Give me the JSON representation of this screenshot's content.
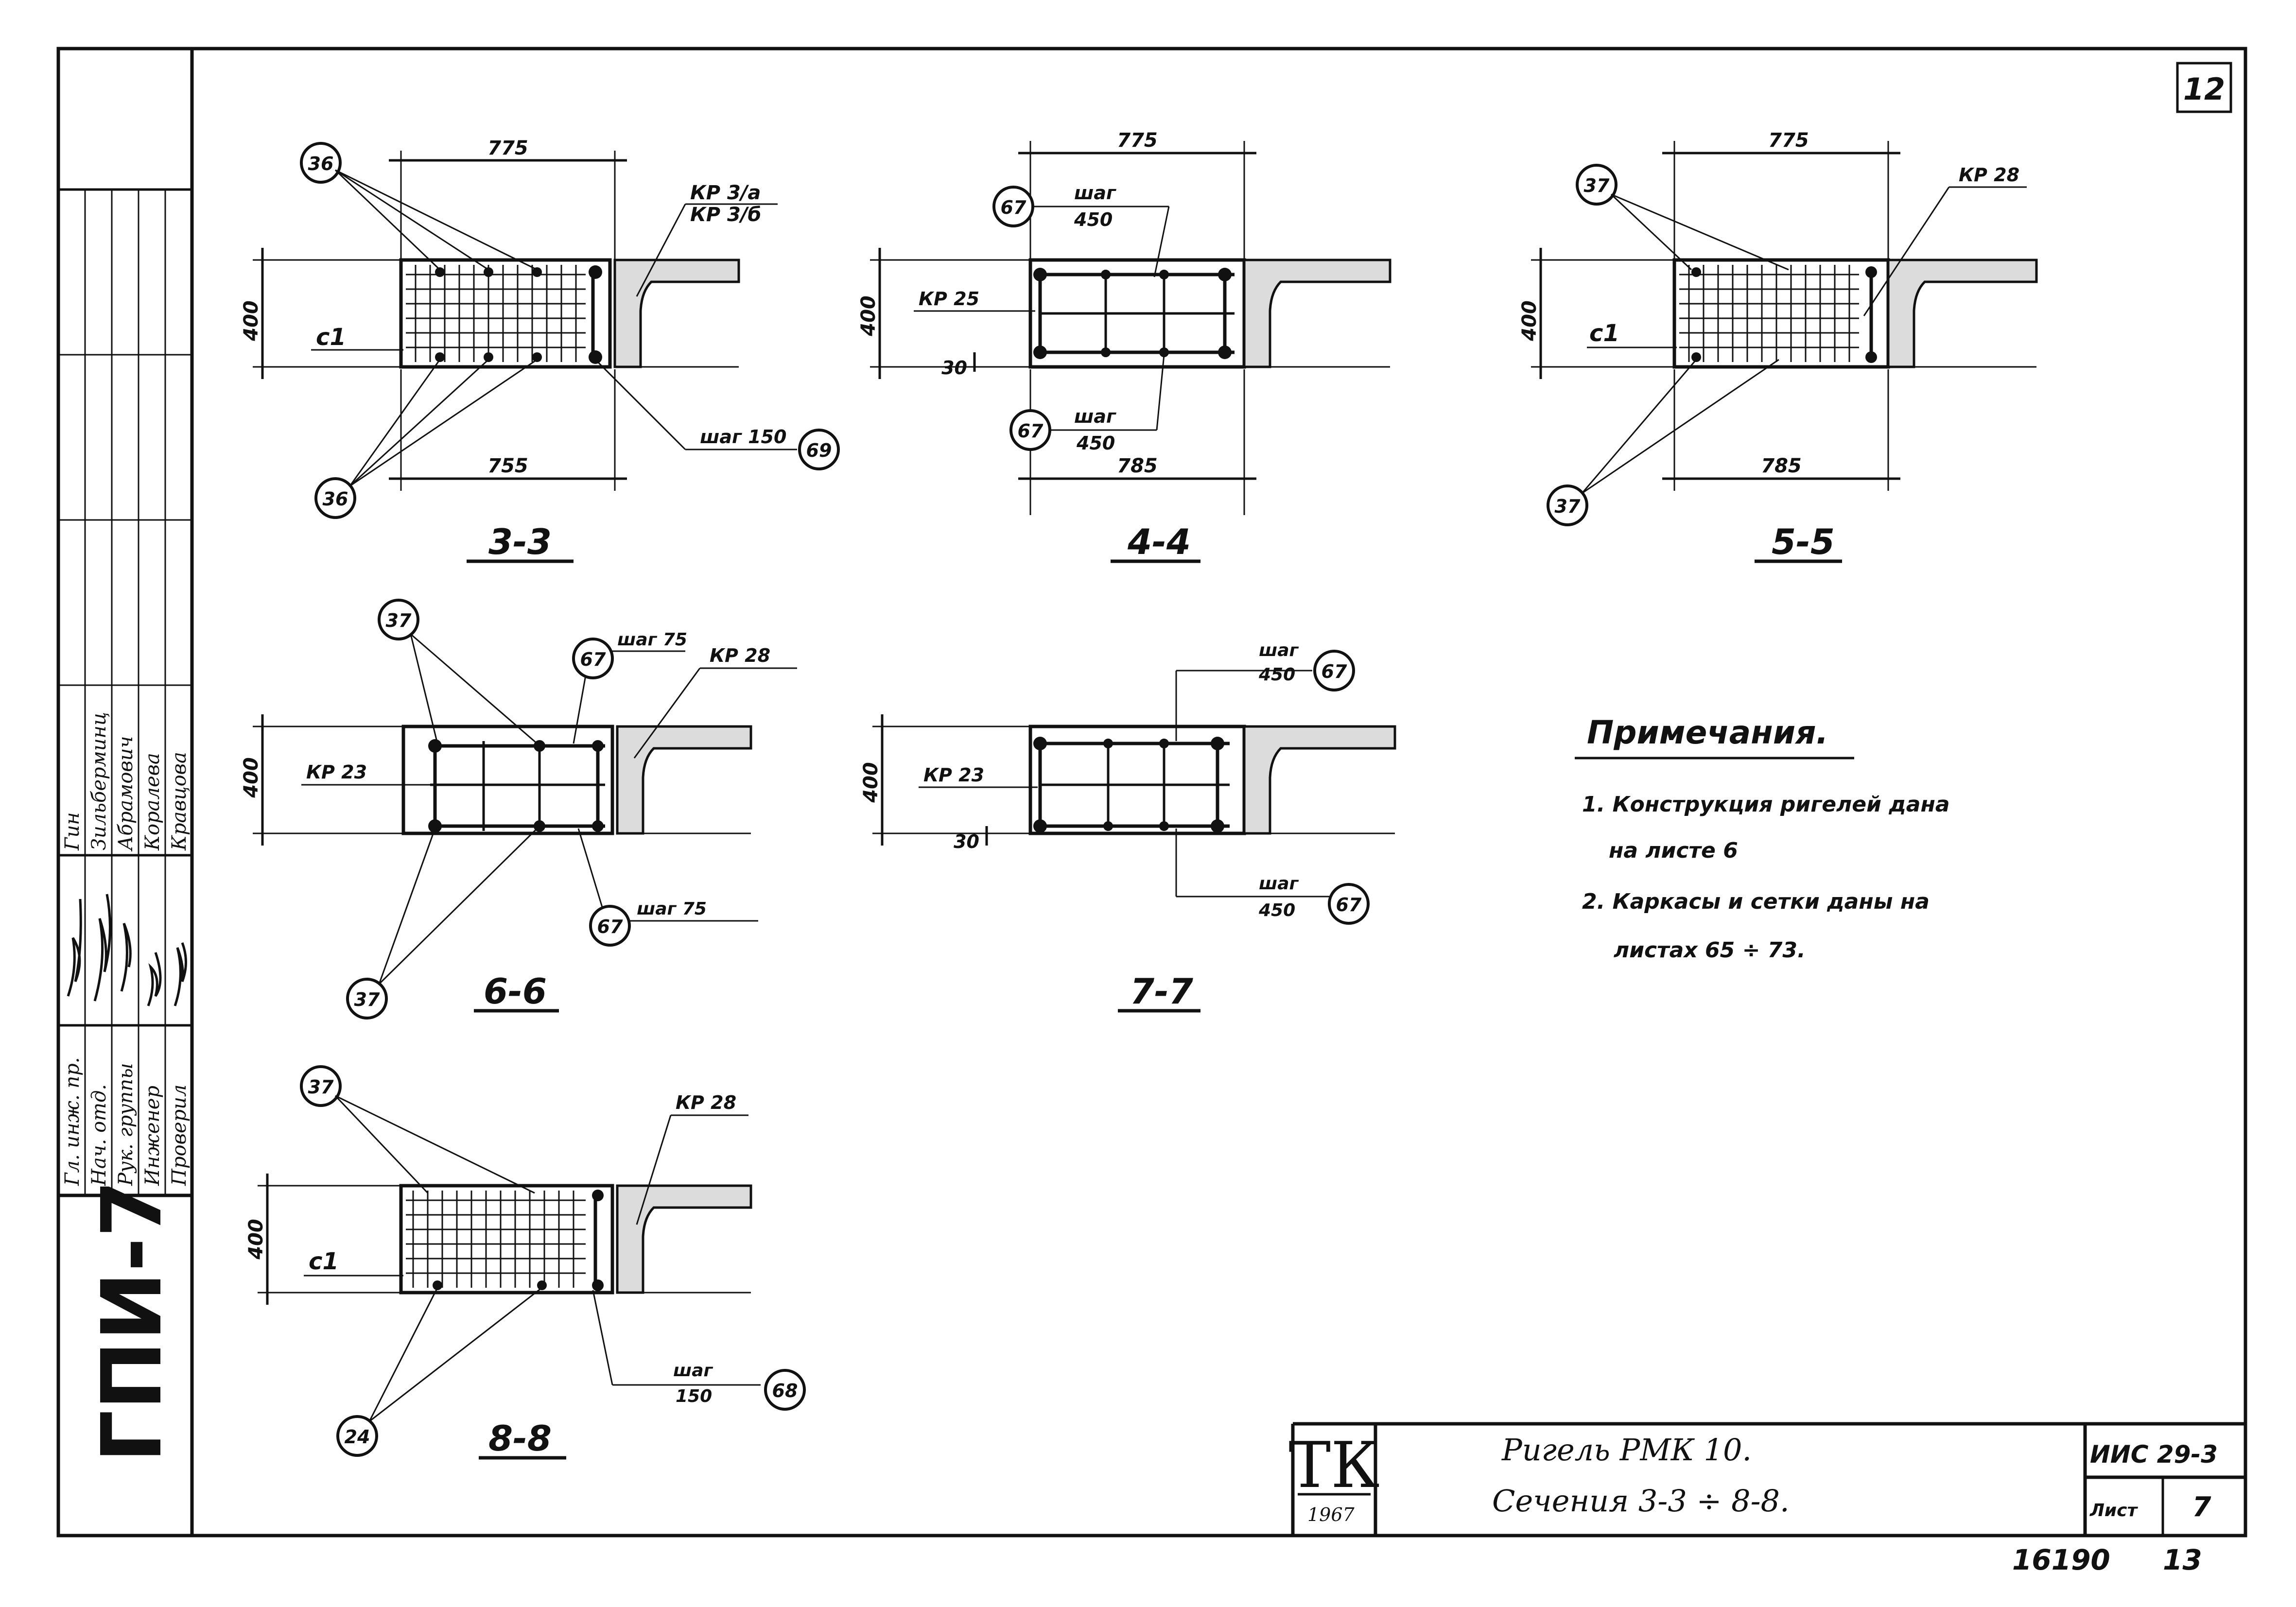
{
  "sheet_no": "12",
  "stamp": {
    "code": "ГПИ-7",
    "roles": [
      "Гл. инж. пр.",
      "Нач. отд.",
      "Рук. группы",
      "Инженер",
      "Проверил"
    ],
    "names": [
      "Гин",
      "Зильберминц",
      "Абрамович",
      "Коралева",
      "Кравцова"
    ]
  },
  "sections": {
    "s33": {
      "title": "3-3",
      "dim_top": "775",
      "dim_bottom": "755",
      "dim_height": "400",
      "mark_c": "с1",
      "kp": [
        "КР 3/а",
        "КР 3/б"
      ],
      "pos_top": "36",
      "pos_bottom": "36",
      "step_label": "шаг 150",
      "pos_step": "69"
    },
    "s44": {
      "title": "4-4",
      "dim_top": "775",
      "dim_bottom": "785",
      "dim_height": "400",
      "dim_cover": "30",
      "kp": "КР 25",
      "pos_top": "67",
      "step_top": "шаг",
      "step_top_val": "450",
      "pos_bottom": "67",
      "step_bottom": "шаг",
      "step_bottom_val": "450"
    },
    "s55": {
      "title": "5-5",
      "dim_top": "775",
      "dim_bottom": "785",
      "dim_height": "400",
      "mark_c": "с1",
      "kp": "КР 28",
      "pos_top": "37",
      "pos_bottom": "37"
    },
    "s66": {
      "title": "6-6",
      "dim_height": "400",
      "kp_left": "КР 23",
      "kp_right": "КР 28",
      "pos_top": "37",
      "pos_bottom": "37",
      "pos_mid_top": "67",
      "pos_mid_bottom": "67",
      "step_top": "шаг 75",
      "step_bottom": "шаг 75"
    },
    "s77": {
      "title": "7-7",
      "dim_height": "400",
      "dim_cover": "30",
      "kp": "КР 23",
      "pos_top": "67",
      "pos_bottom": "67",
      "step": "шаг",
      "step_val": "450"
    },
    "s88": {
      "title": "8-8",
      "dim_height": "400",
      "mark_c": "с1",
      "kp": "КР 28",
      "pos_top": "37",
      "pos_bottom": "24",
      "step": "шаг",
      "step_val": "150",
      "pos_step": "68"
    }
  },
  "notes": {
    "title": "Примечания.",
    "items": [
      "1. Конструкция ригелей дана",
      "на листе 6",
      "2. Каркасы и сетки даны на",
      "листах 65 ÷ 73."
    ]
  },
  "title_block": {
    "logo": "ТК",
    "year": "1967",
    "line1": "Ригель РМК 10.",
    "line2": "Сечения 3-3 ÷ 8-8.",
    "series": "ИИС 29-3",
    "sheet_label": "Лист",
    "sheet_value": "7"
  },
  "footer": {
    "code1": "16190",
    "code2": "13"
  }
}
